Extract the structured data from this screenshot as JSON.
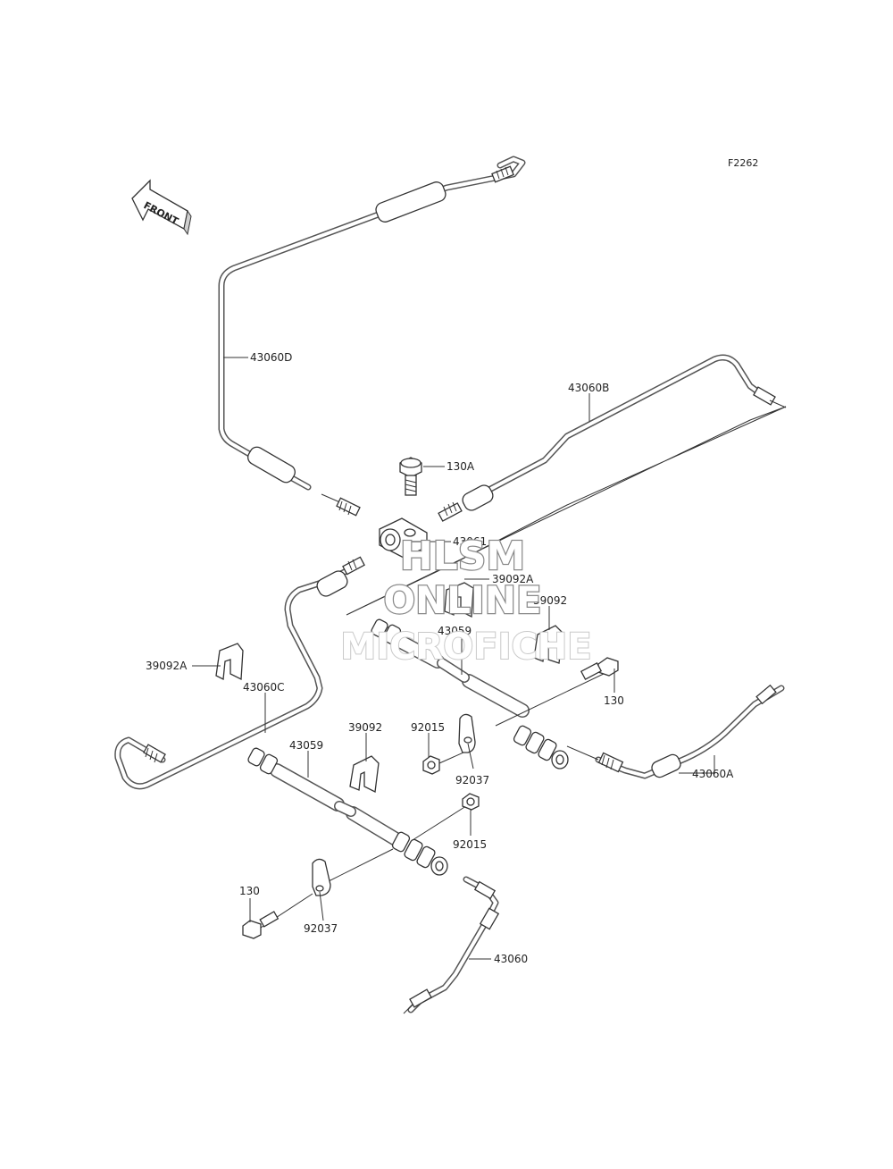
{
  "figure_code": "F2262",
  "front_label": "FRONT",
  "watermark": {
    "line1": "HLSM",
    "line2": "ONLINE",
    "line3": "MICROFICHE"
  },
  "labels": {
    "l43060D": "43060D",
    "l43060B": "43060B",
    "l130A": "130A",
    "l43061": "43061",
    "l39092A_top": "39092A",
    "l39092_top": "39092",
    "l43059_top": "43059",
    "l130_right": "130",
    "l39092A_left": "39092A",
    "l43060C": "43060C",
    "l39092_mid": "39092",
    "l92015_top": "92015",
    "l43059_bottom": "43059",
    "l92037_top": "92037",
    "l43060A": "43060A",
    "l92015_bottom": "92015",
    "l130_left": "130",
    "l92037_bottom": "92037",
    "l43060": "43060"
  }
}
